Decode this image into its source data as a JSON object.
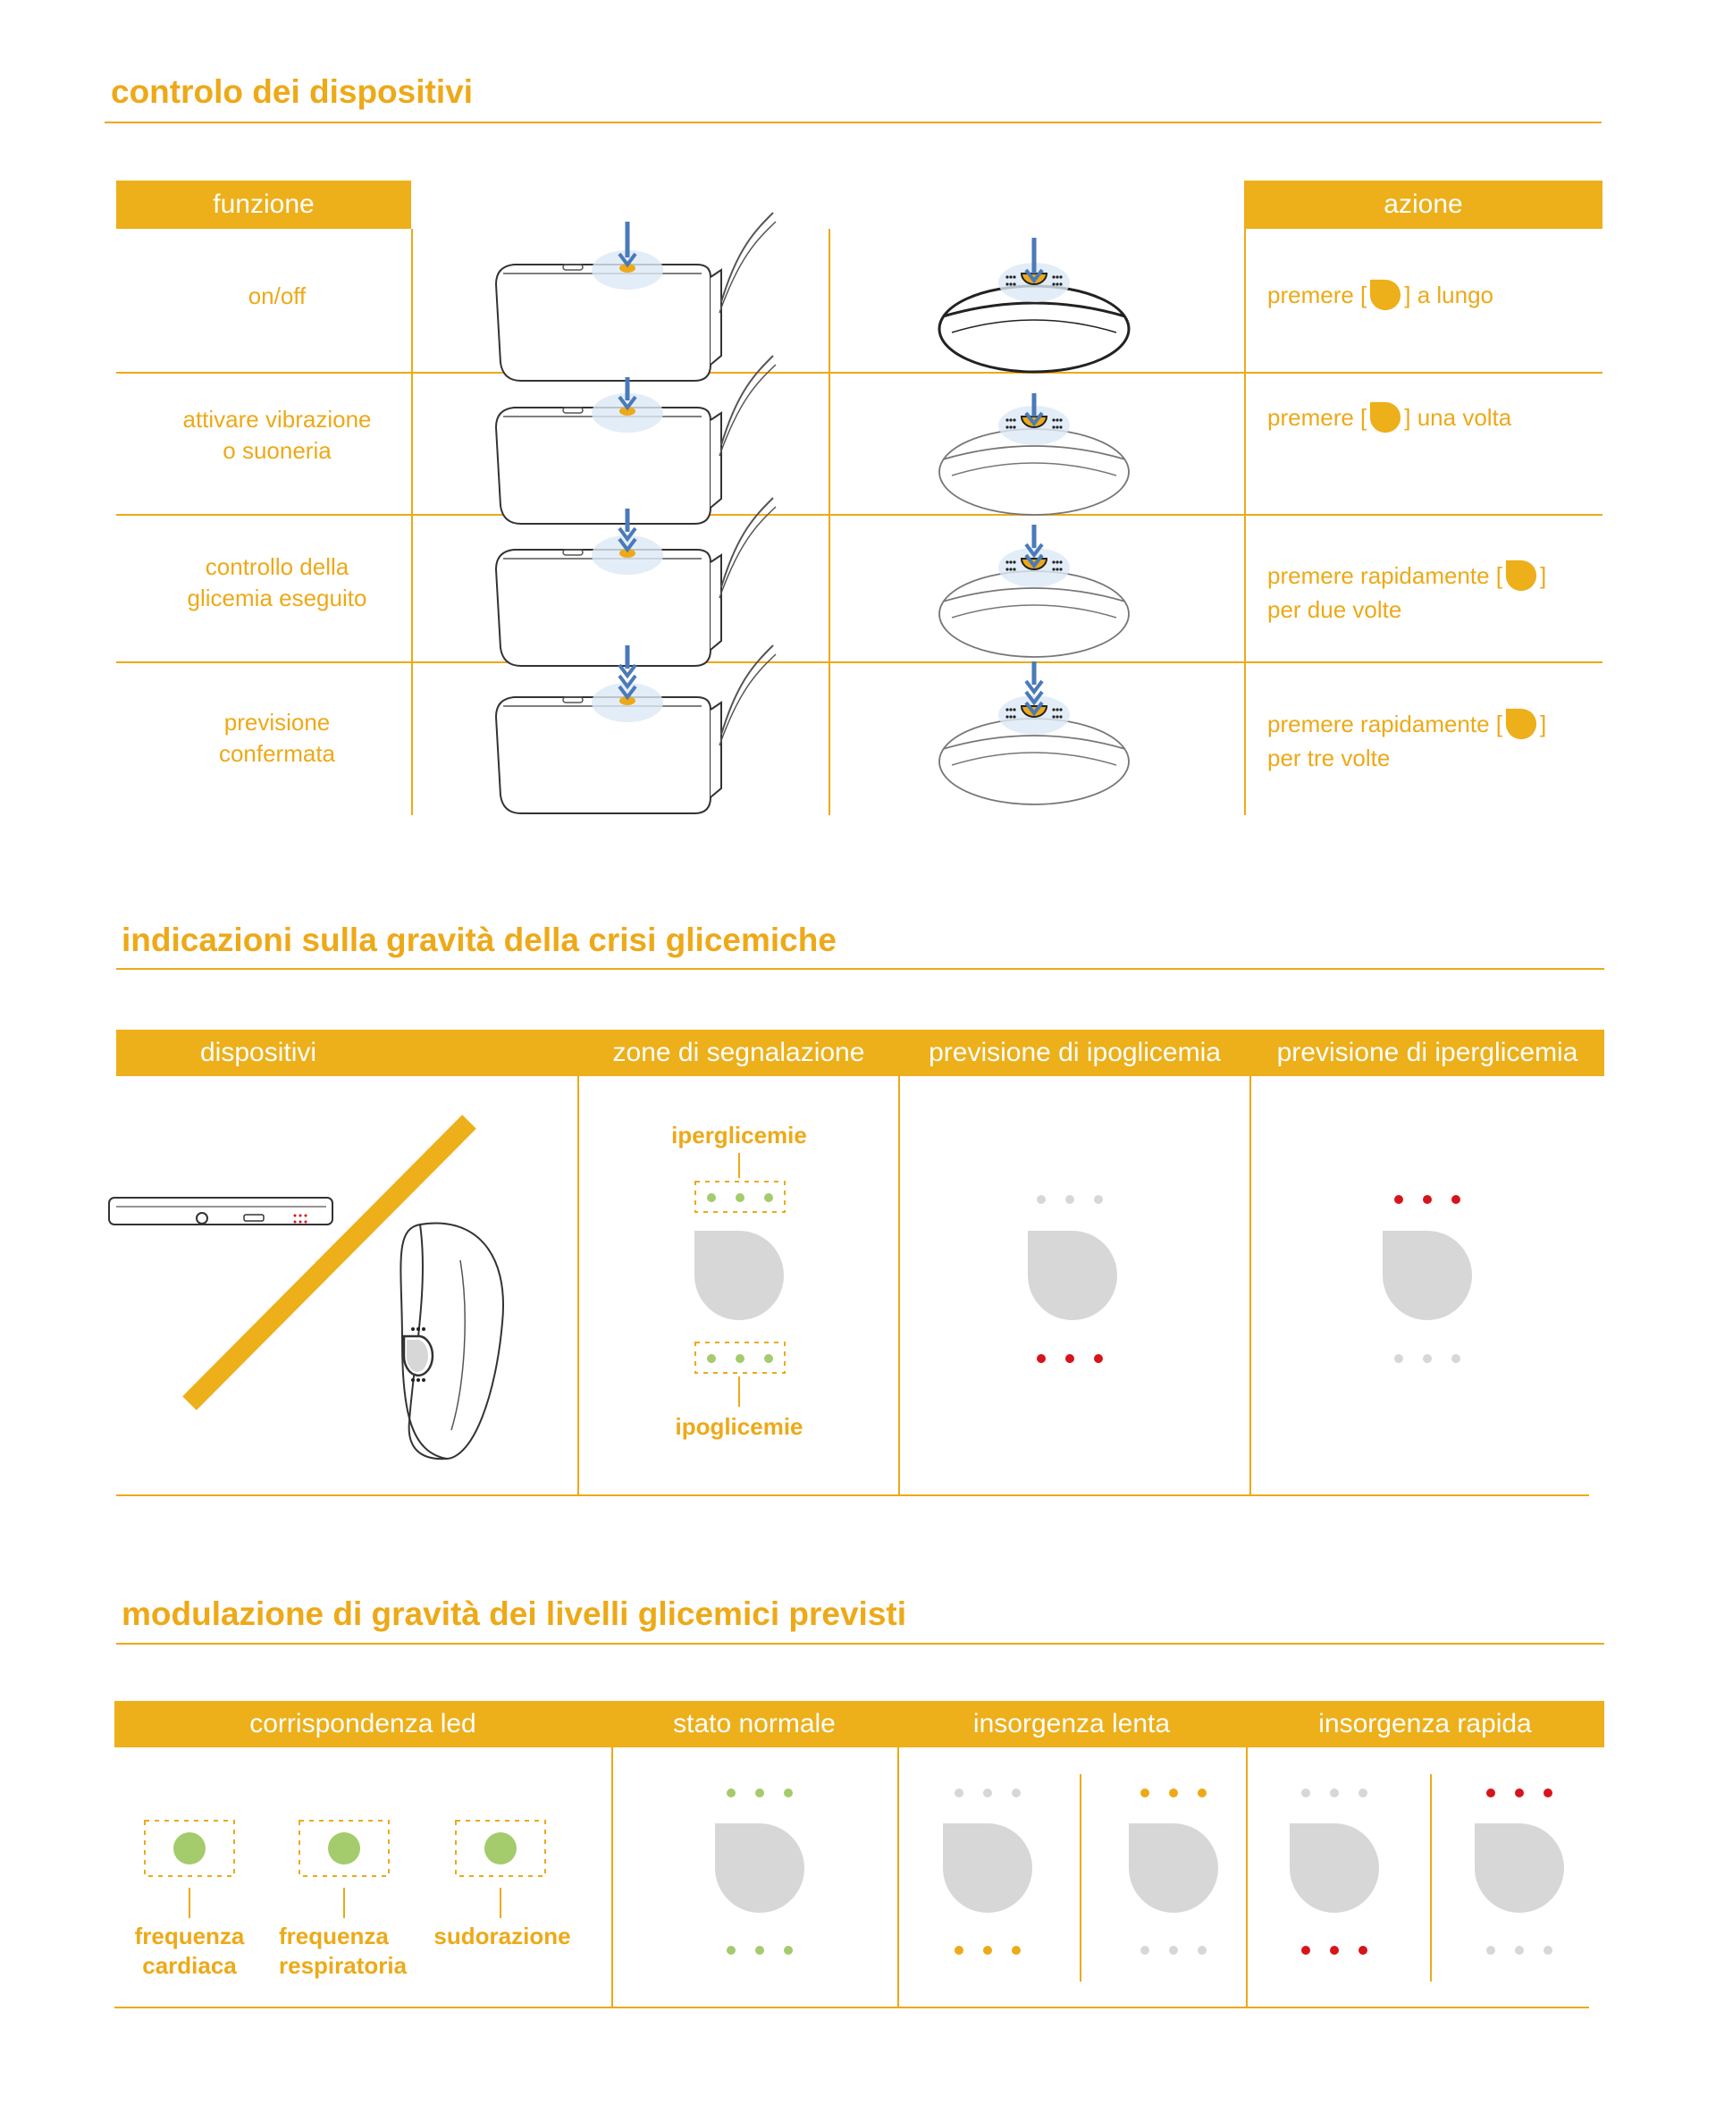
{
  "section1": {
    "title": "controlo dei dispositivi",
    "header_funzione": "funzione",
    "header_azione": "azione",
    "rows": [
      {
        "funzione": "on/off",
        "azione_pre": "premere [",
        "azione_post": "] a lungo",
        "azione_line2": ""
      },
      {
        "funzione": "attivare vibrazione\no suoneria",
        "azione_pre": "premere [",
        "azione_post": "] una volta",
        "azione_line2": ""
      },
      {
        "funzione": "controllo della\nglicemia eseguito",
        "azione_pre": "premere rapidamente [",
        "azione_post": "]",
        "azione_line2": "per due volte"
      },
      {
        "funzione": "previsione\nconfermata",
        "azione_pre": "premere rapidamente [",
        "azione_post": "]",
        "azione_line2": "per tre volte"
      }
    ]
  },
  "section2": {
    "title": "indicazioni sulla gravità della crisi glicemiche",
    "headers": [
      "dispositivi",
      "zone di segnalazione",
      "previsione di ipoglicemia",
      "previsione di iperglicemia"
    ],
    "label_top": "iperglicemie",
    "label_bottom": "ipoglicemie"
  },
  "section3": {
    "title": "modulazione di gravità dei livelli  glicemici previsti",
    "headers": [
      "corrispondenza led",
      "stato normale",
      "insorgenza lenta",
      "insorgenza rapida"
    ],
    "led_labels": [
      "frequenza\ncardiaca",
      "frequenza\nrespiratoria",
      "sudorazione"
    ]
  },
  "colors": {
    "accent": "#EDA918",
    "header_bg": "#EDAF1A",
    "led_green": "#A4CB6C",
    "led_red": "#D7141A",
    "led_grey": "#D7D7D7",
    "arrow_blue": "#4A7AB8"
  }
}
